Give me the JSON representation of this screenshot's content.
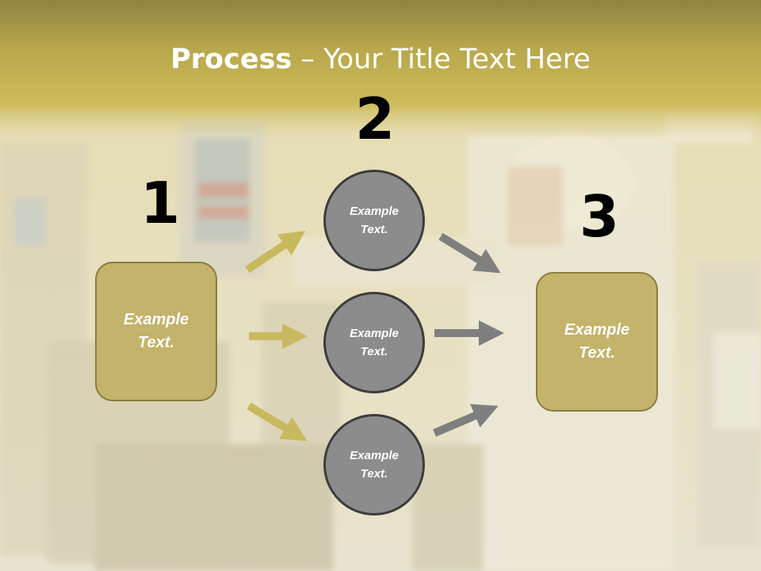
{
  "title": {
    "bold": "Process",
    "rest": " – Your Title Text Here"
  },
  "numbers": {
    "n1": "1",
    "n2": "2",
    "n3": "3"
  },
  "left_box": {
    "line1": "Example",
    "line2": "Text."
  },
  "right_box": {
    "line1": "Example",
    "line2": "Text."
  },
  "circles": [
    {
      "line1": "Example",
      "line2": "Text."
    },
    {
      "line1": "Example",
      "line2": "Text."
    },
    {
      "line1": "Example",
      "line2": "Text."
    }
  ],
  "colors": {
    "header": "#b5a448",
    "box_fill": "#c3b36b",
    "circle_fill": "#8c8c8c",
    "olive_arrow": "#c8b95e",
    "gray_arrow": "#7f7f7f"
  }
}
